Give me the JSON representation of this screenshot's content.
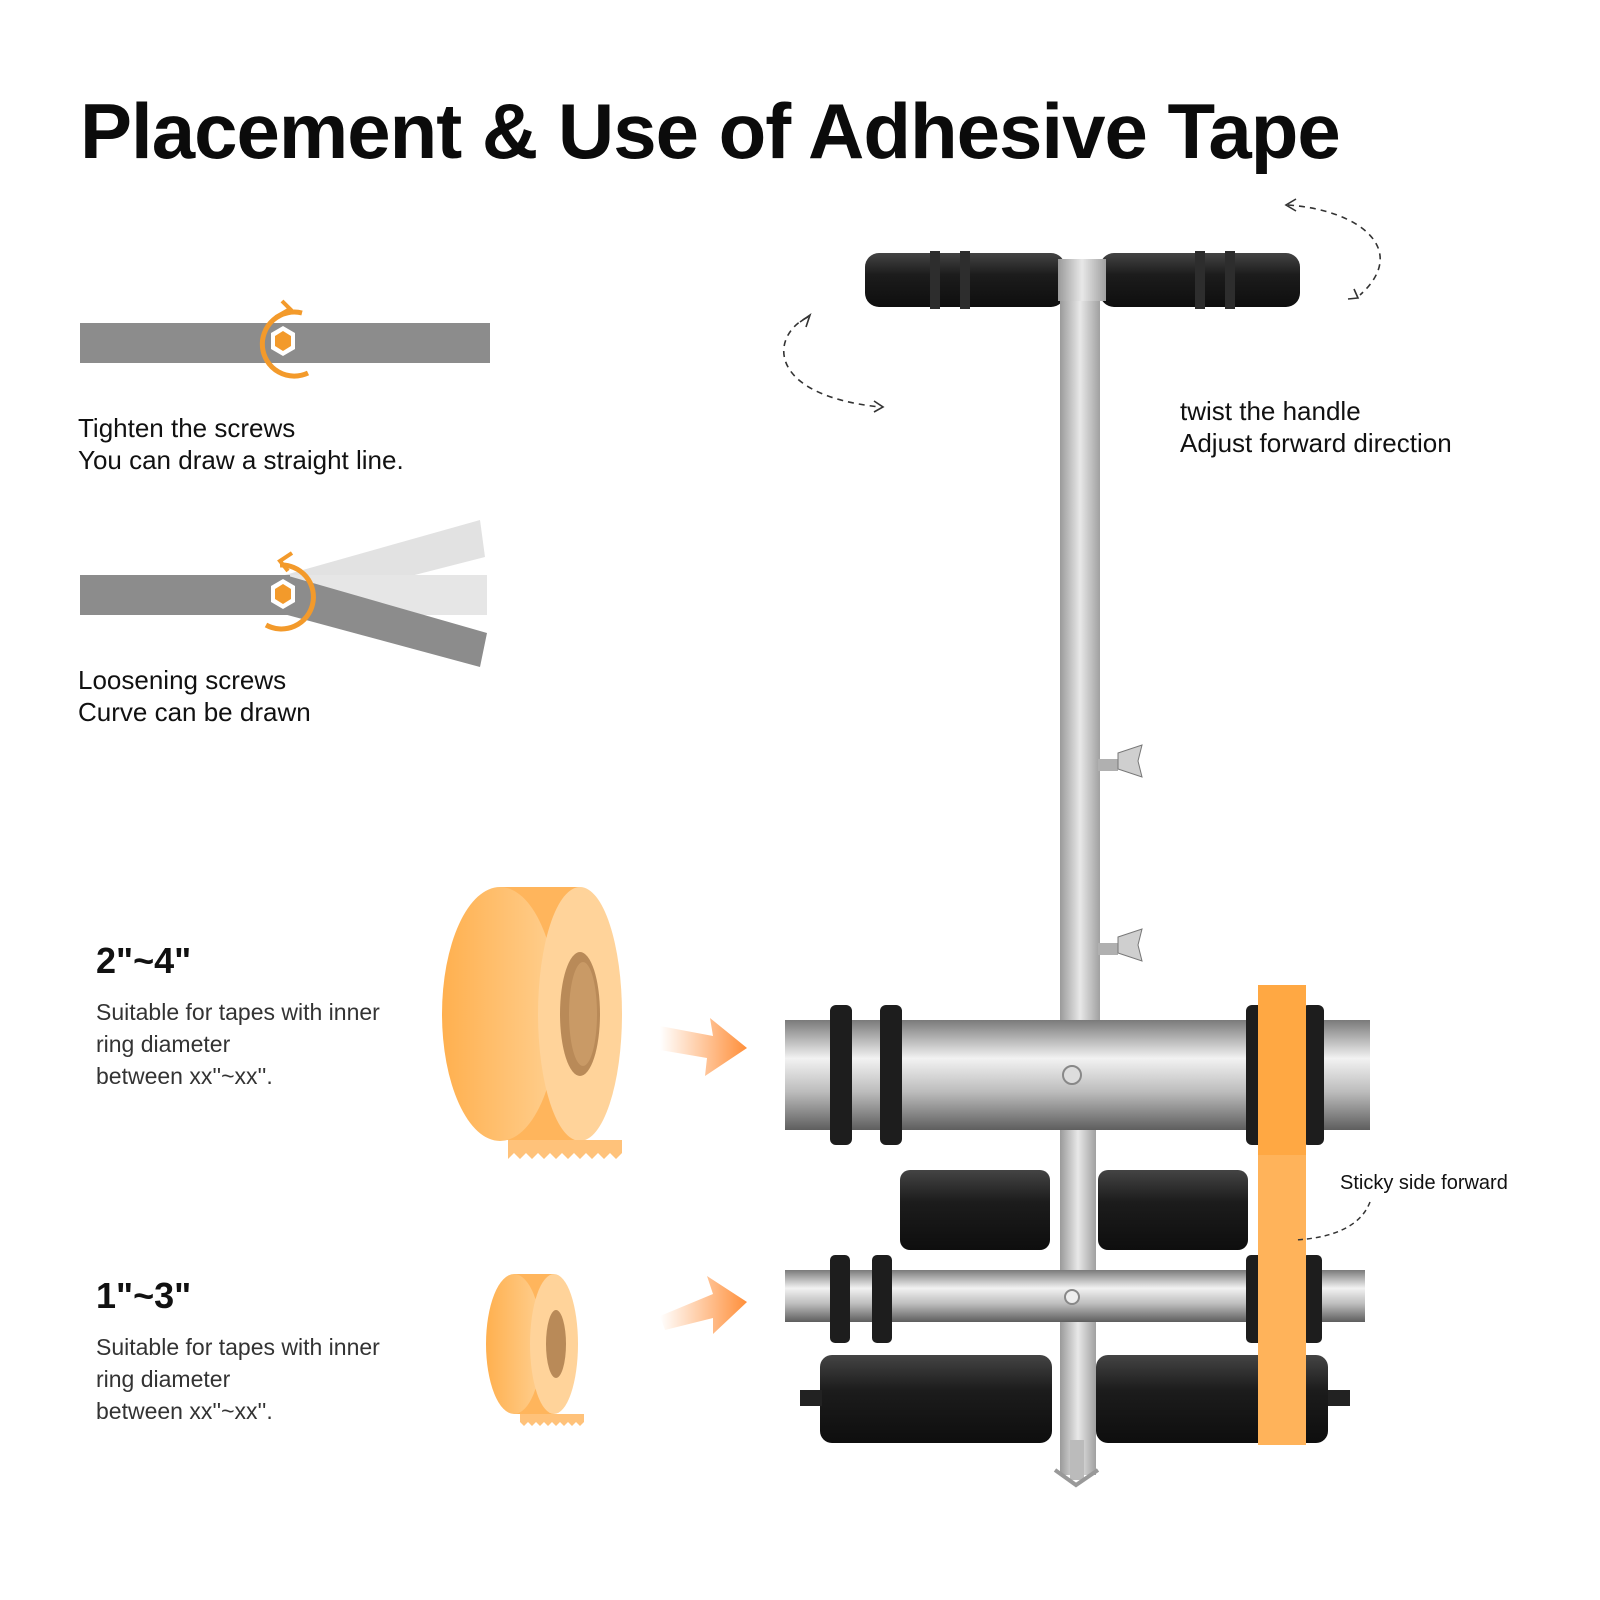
{
  "title": "Placement & Use of Adhesive Tape",
  "screws": {
    "tighten": {
      "line1": "Tighten the screws",
      "line2": "You can draw a straight line."
    },
    "loosen": {
      "line1": "Loosening screws",
      "line2": "Curve can be drawn"
    }
  },
  "handle": {
    "line1": "twist the handle",
    "line2": "Adjust forward direction"
  },
  "tape_sizes": [
    {
      "range": "2\"~4\"",
      "desc1": "Suitable for tapes with inner",
      "desc2": "ring diameter",
      "desc3": "between xx''~xx''."
    },
    {
      "range": "1\"~3\"",
      "desc1": "Suitable for tapes with inner",
      "desc2": "ring diameter",
      "desc3": "between xx''~xx''."
    }
  ],
  "sticky_label": "Sticky side forward",
  "colors": {
    "accent_orange": "#f39a2b",
    "tape_orange": "#ffb766",
    "bar_gray": "#8c8c8c",
    "metal": "#c8c8c8",
    "rubber": "#222222"
  },
  "icons": [
    "rotate-arrow-icon",
    "hex-screw-icon",
    "orange-arrow-icon",
    "dashed-rotate-arrow-icon"
  ]
}
